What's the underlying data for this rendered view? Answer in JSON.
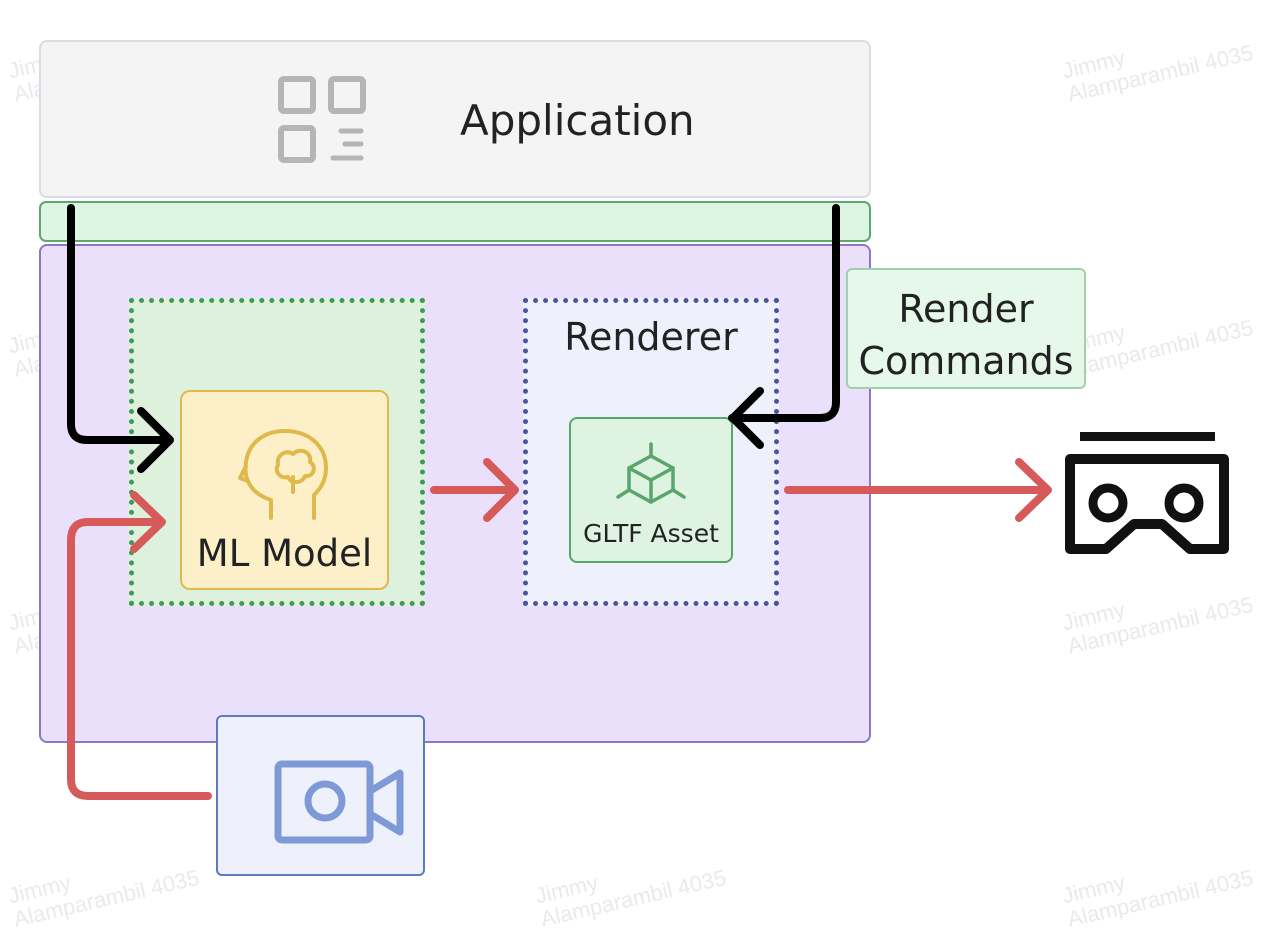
{
  "watermark": "Jimmy\nAlamparambil 4035",
  "nodes": {
    "application": "Application",
    "renderer": "Renderer",
    "ml_model": "ML Model",
    "gltf_asset": "GLTF Asset",
    "render_commands": "Render\nCommands"
  },
  "icons": {
    "application": "app-grid-icon",
    "ml_model": "brain-head-icon",
    "gltf_asset": "cube-icon",
    "camera": "video-camera-icon",
    "output": "vr-headset-icon"
  },
  "colors": {
    "application_fill": "#f4f4f4",
    "sdk_band": "#ddf5e3",
    "container": "#ebe0fb",
    "ml_zone": "#ddf1dd",
    "renderer_zone": "#eef1fb",
    "ml_card": "#fdf0c8",
    "gltf_card": "#def3e2",
    "camera_card": "#eef1fb",
    "data_arrow": "#d75a5a",
    "control_arrow": "#000000"
  }
}
